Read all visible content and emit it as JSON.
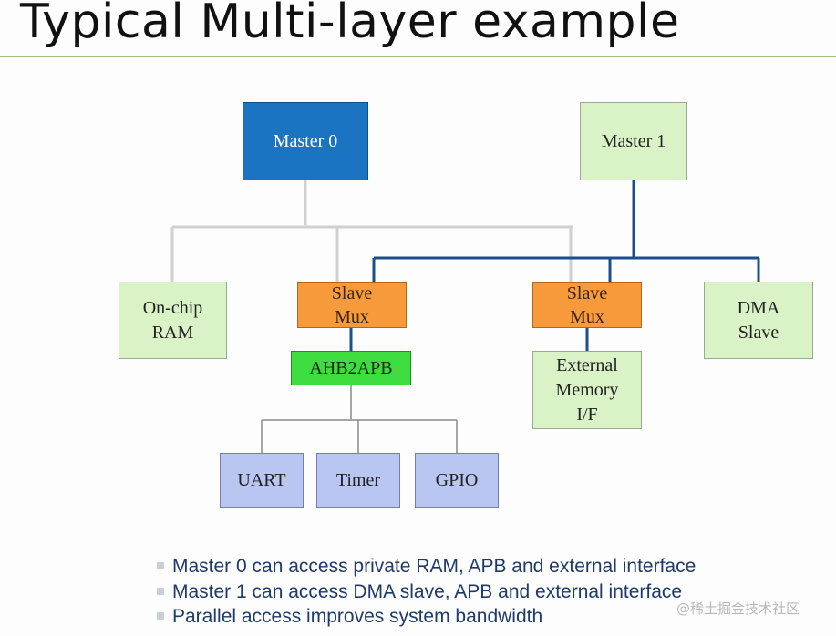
{
  "slide": {
    "title": "Typical Multi-layer example",
    "watermark": "@稀土掘金技术社区"
  },
  "colors": {
    "title_rule": "#9fbe85",
    "master0_box": "#1a74c2",
    "master_bus_light": "#cfcfcf",
    "master_bus_dark": "#1a4f8c",
    "slave_mux": "#f79a3c",
    "ahb2apb": "#3fdc3f",
    "peripheral": "#b9c6f2",
    "memory_box": "#d9f2c6"
  },
  "nodes": {
    "master0": "Master 0",
    "master1": "Master 1",
    "onchip_ram": "On-chip\nRAM",
    "slave_mux_1": "Slave\nMux",
    "slave_mux_2": "Slave\nMux",
    "dma_slave": "DMA\nSlave",
    "ahb2apb": "AHB2APB",
    "external_memory": "External\nMemory\nI/F",
    "uart": "UART",
    "timer": "Timer",
    "gpio": "GPIO"
  },
  "bullets": [
    "Master 0 can access private RAM, APB and external interface",
    "Master 1 can access DMA slave, APB and external interface",
    "Parallel access improves system bandwidth"
  ]
}
